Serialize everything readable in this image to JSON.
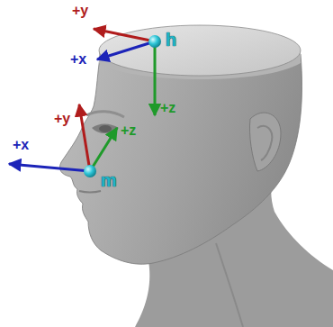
{
  "diagram": {
    "labels": [
      "+y",
      "h",
      "+x",
      "+z",
      "+y",
      "+z",
      "+x",
      "m"
    ]
  }
}
